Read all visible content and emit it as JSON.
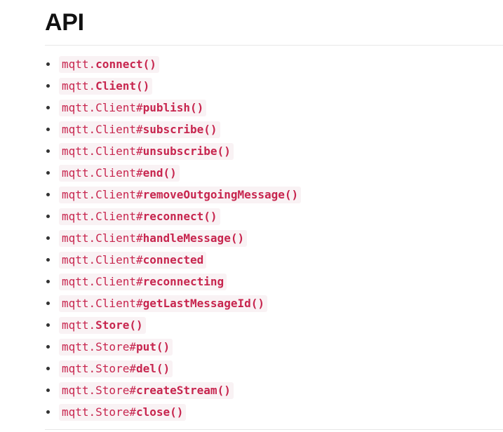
{
  "section": {
    "heading": "API",
    "divider_color": "#e7e7e7"
  },
  "code_style": {
    "text_color": "#c7254e",
    "background_color": "#f9f2f4",
    "bullet_color": "#333333"
  },
  "api_list": [
    {
      "ns": "mqtt.",
      "member": "connect()"
    },
    {
      "ns": "mqtt.",
      "member": "Client()"
    },
    {
      "ns": "mqtt.Client#",
      "member": "publish()"
    },
    {
      "ns": "mqtt.Client#",
      "member": "subscribe()"
    },
    {
      "ns": "mqtt.Client#",
      "member": "unsubscribe()"
    },
    {
      "ns": "mqtt.Client#",
      "member": "end()"
    },
    {
      "ns": "mqtt.Client#",
      "member": "removeOutgoingMessage()"
    },
    {
      "ns": "mqtt.Client#",
      "member": "reconnect()"
    },
    {
      "ns": "mqtt.Client#",
      "member": "handleMessage()"
    },
    {
      "ns": "mqtt.Client#",
      "member": "connected"
    },
    {
      "ns": "mqtt.Client#",
      "member": "reconnecting"
    },
    {
      "ns": "mqtt.Client#",
      "member": "getLastMessageId()"
    },
    {
      "ns": "mqtt.",
      "member": "Store()"
    },
    {
      "ns": "mqtt.Store#",
      "member": "put()"
    },
    {
      "ns": "mqtt.Store#",
      "member": "del()"
    },
    {
      "ns": "mqtt.Store#",
      "member": "createStream()"
    },
    {
      "ns": "mqtt.Store#",
      "member": "close()"
    }
  ]
}
